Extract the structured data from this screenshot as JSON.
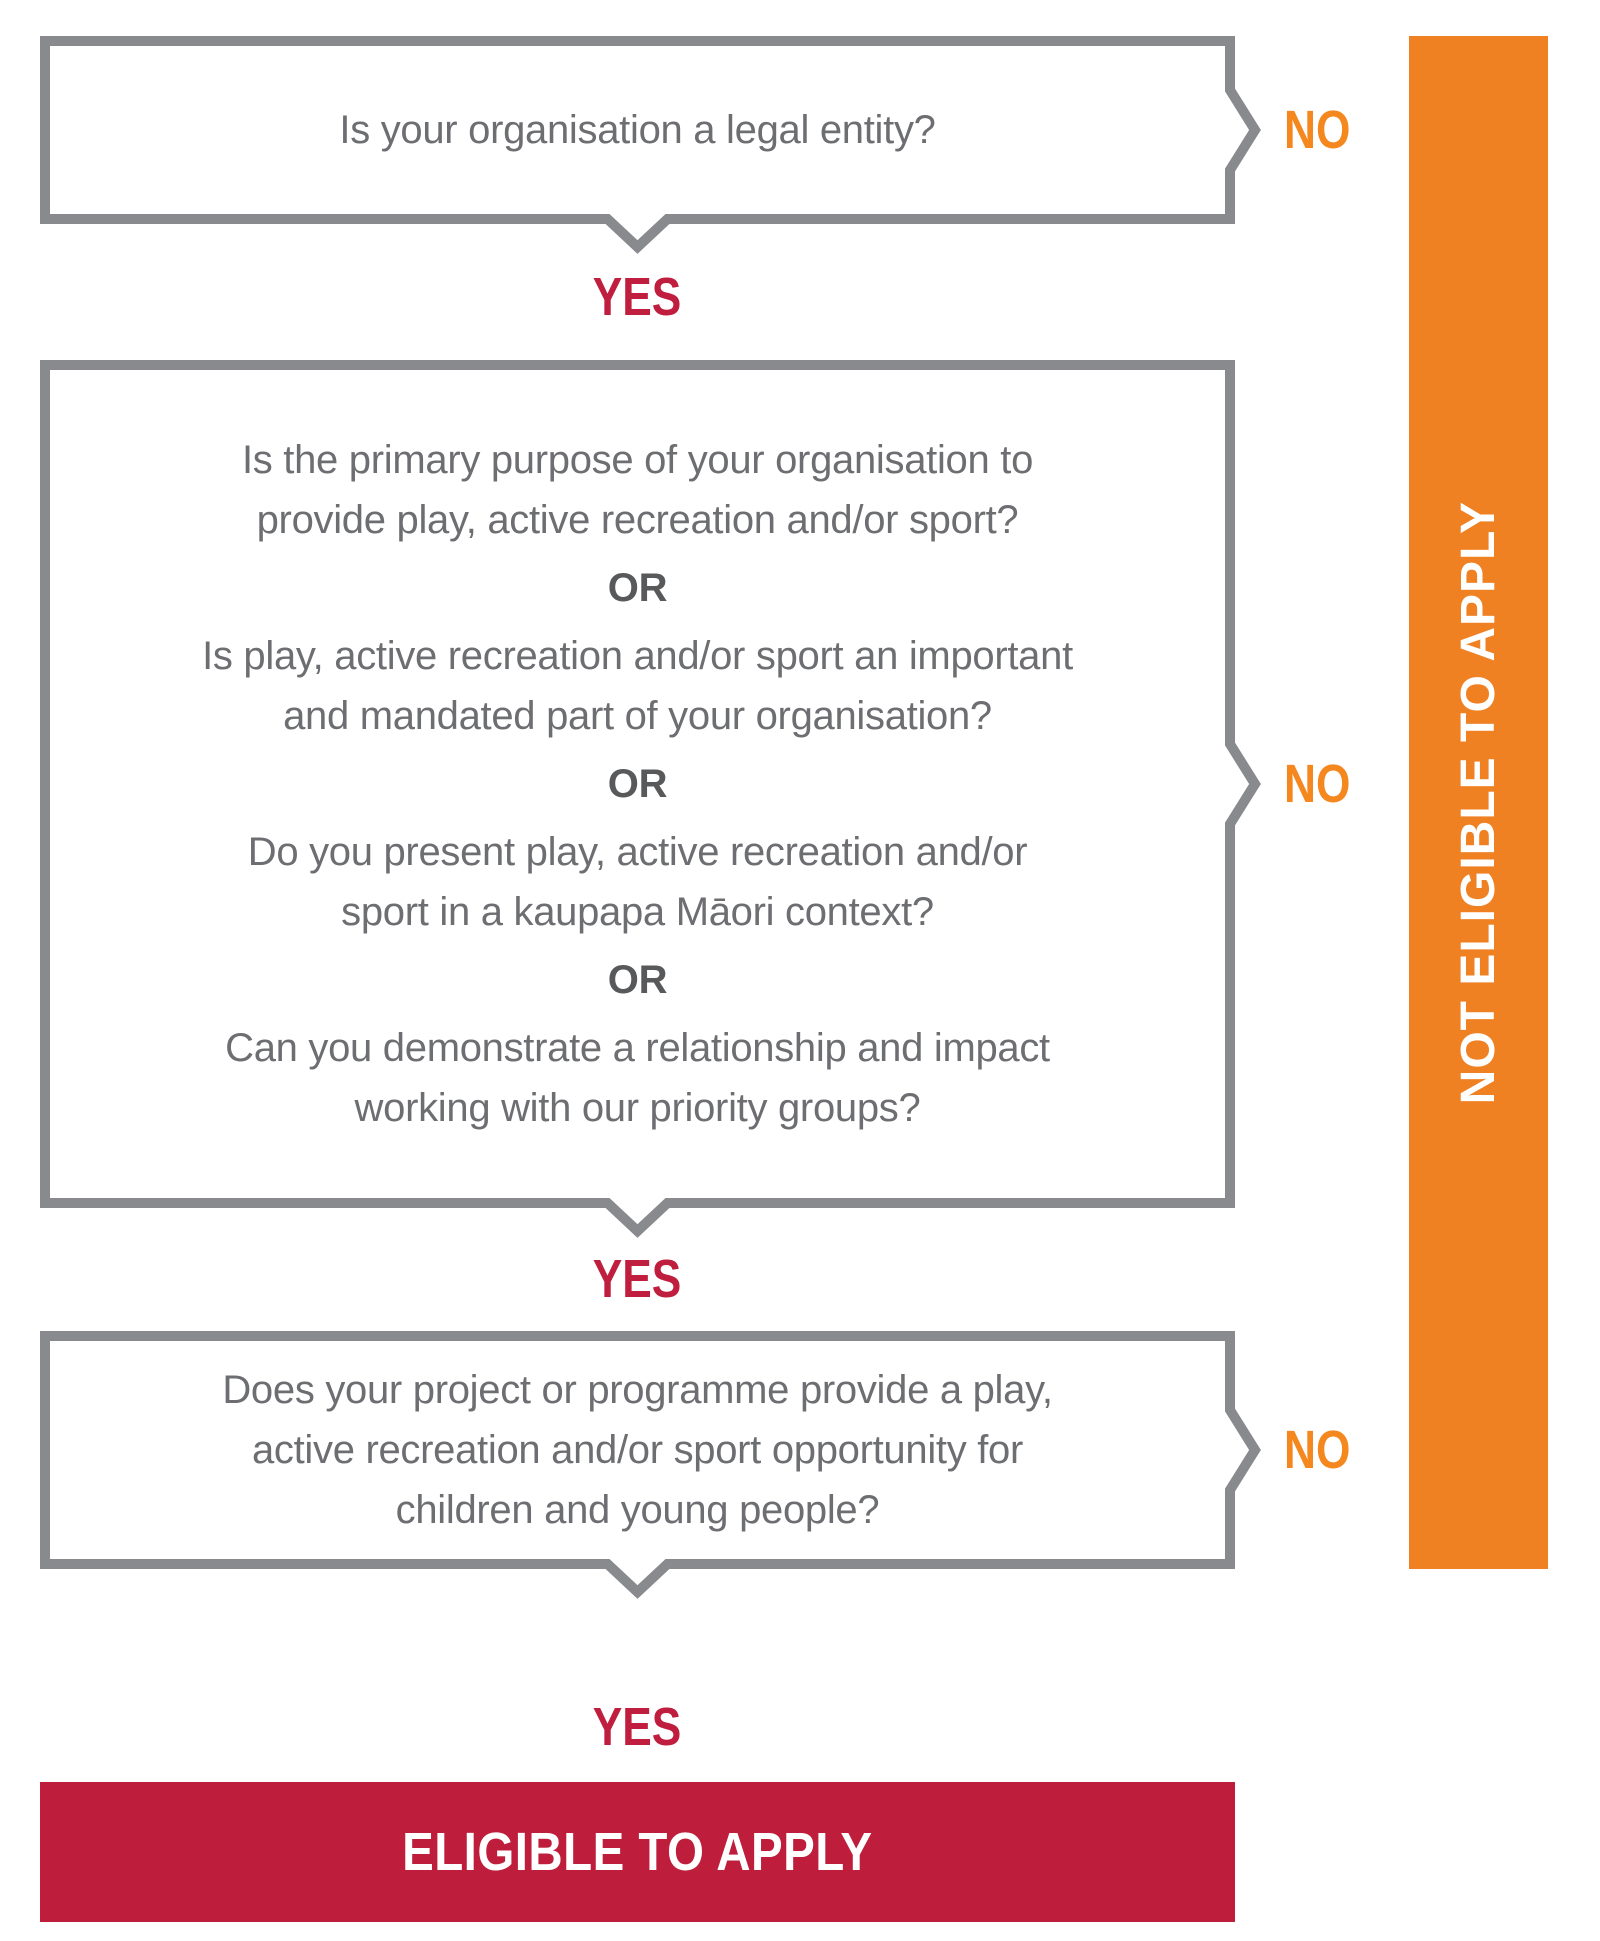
{
  "flow": {
    "yes_label": "YES",
    "no_label": "NO",
    "or_label": "OR",
    "box1": {
      "question": "Is your organisation a legal entity?"
    },
    "box2": {
      "q1": "Is the primary purpose of your organisation to\nprovide play, active recreation and/or sport?",
      "q2": "Is play, active recreation and/or sport an important\nand mandated part of your organisation?",
      "q3": "Do you present play, active recreation and/or\nsport in a kaupapa Māori context?",
      "q4": "Can you demonstrate a relationship and impact\nworking with our priority groups?"
    },
    "box3": {
      "question": "Does your project or programme provide a play,\nactive recreation and/or sport opportunity for\nchildren and young people?"
    },
    "eligible_banner": "ELIGIBLE TO APPLY",
    "not_eligible_banner": "NOT ELIGIBLE TO APPLY",
    "colors": {
      "border_gray": "#898a8d",
      "question_text_gray": "#6d6e71",
      "or_text_gray": "#58595b",
      "yes_red": "#c01e3f",
      "eligible_banner_red": "#be1e3c",
      "no_orange": "#f5871f",
      "not_eligible_bar_orange": "#ef8123"
    }
  }
}
